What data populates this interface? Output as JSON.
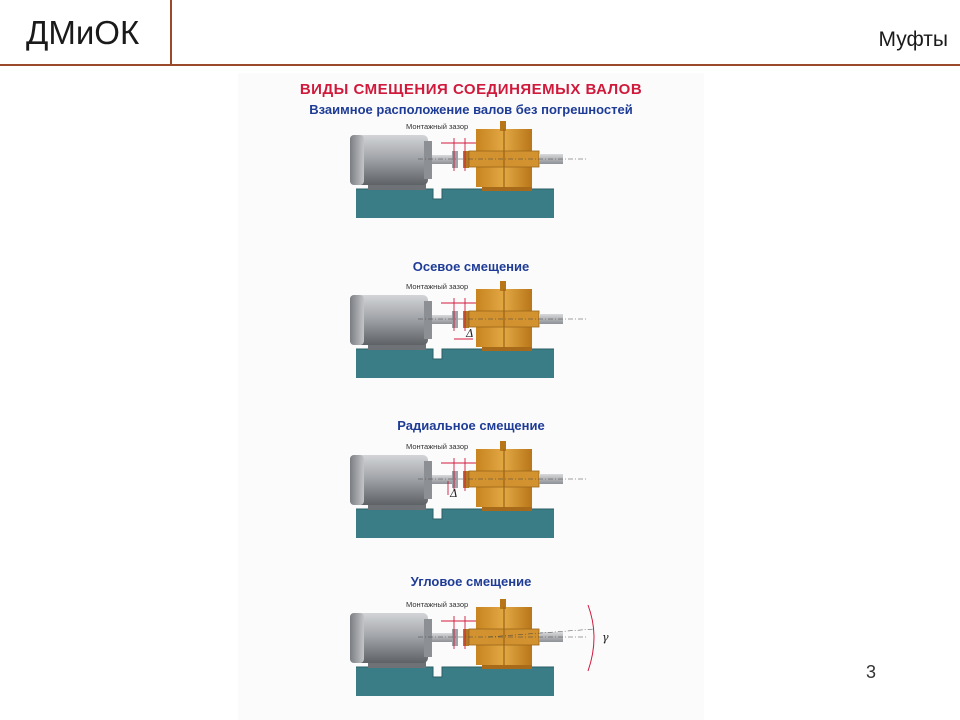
{
  "header": {
    "brand": "ДМиОК",
    "topic": "Муфты"
  },
  "slide_number": "3",
  "poster": {
    "title": "ВИДЫ СМЕЩЕНИЯ СОЕДИНЯЕМЫХ ВАЛОВ",
    "sections": [
      {
        "title": "Взаимное расположение валов без погрешностей",
        "gap_label": "Монтажный зазор",
        "symbol": ""
      },
      {
        "title": "Осевое смещение",
        "gap_label": "Монтажный зазор",
        "symbol": "Δ"
      },
      {
        "title": "Радиальное смещение",
        "gap_label": "Монтажный зазор",
        "symbol": "Δ"
      },
      {
        "title": "Угловое смещение",
        "gap_label": "Монтажный зазор",
        "symbol": "γ"
      }
    ]
  },
  "colors": {
    "accent": "#9a4a2a",
    "poster_title": "#d01a3c",
    "section_title": "#1e3c96",
    "base": "#3b7d86",
    "gearbox": "#d89a2e",
    "motor": "#a9acb0"
  }
}
